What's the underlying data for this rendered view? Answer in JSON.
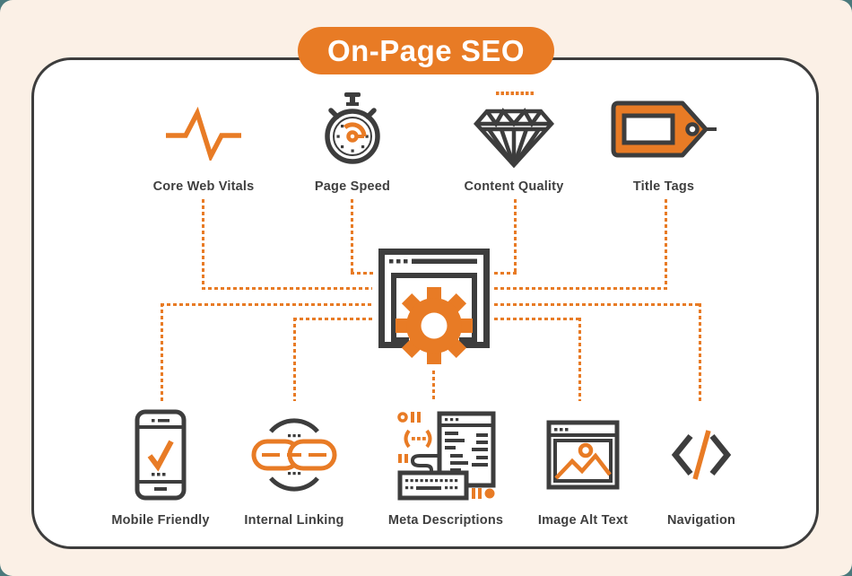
{
  "title": "On-Page SEO",
  "colors": {
    "accent_orange": "#E87B25",
    "icon_dark": "#3D3D3D",
    "card_background": "#FFFFFF",
    "page_background_top": "#FBF2EA",
    "page_background_bottom": "#F7D6B8",
    "corner_backdrop": "#4A797C"
  },
  "top_row": [
    {
      "id": "core-web-vitals",
      "label": "Core Web Vitals",
      "icon": "pulse-line-icon"
    },
    {
      "id": "page-speed",
      "label": "Page Speed",
      "icon": "stopwatch-icon"
    },
    {
      "id": "content-quality",
      "label": "Content Quality",
      "icon": "diamond-icon"
    },
    {
      "id": "title-tags",
      "label": "Title Tags",
      "icon": "price-tag-icon"
    }
  ],
  "center": {
    "id": "website-settings",
    "icon": "browser-gear-icon"
  },
  "bottom_row": [
    {
      "id": "mobile-friendly",
      "label": "Mobile Friendly",
      "icon": "phone-check-icon"
    },
    {
      "id": "internal-linking",
      "label": "Internal Linking",
      "icon": "chain-links-icon"
    },
    {
      "id": "meta-descriptions",
      "label": "Meta Descriptions",
      "icon": "code-keyboard-document-icon"
    },
    {
      "id": "image-alt-text",
      "label": "Image Alt Text",
      "icon": "browser-image-icon"
    },
    {
      "id": "navigation",
      "label": "Navigation",
      "icon": "code-brackets-icon"
    }
  ]
}
